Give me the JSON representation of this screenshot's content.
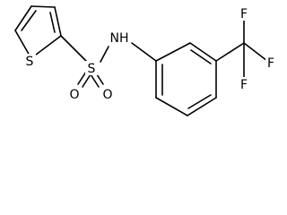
{
  "molecule": {
    "atoms": {
      "s_ring": "S",
      "s_sulfonyl": "S",
      "o_sulfonyl_upper": "O",
      "o_sulfonyl_lower": "O",
      "n_amide": "NH",
      "f1": "F",
      "f2": "F",
      "f3": "F"
    }
  }
}
